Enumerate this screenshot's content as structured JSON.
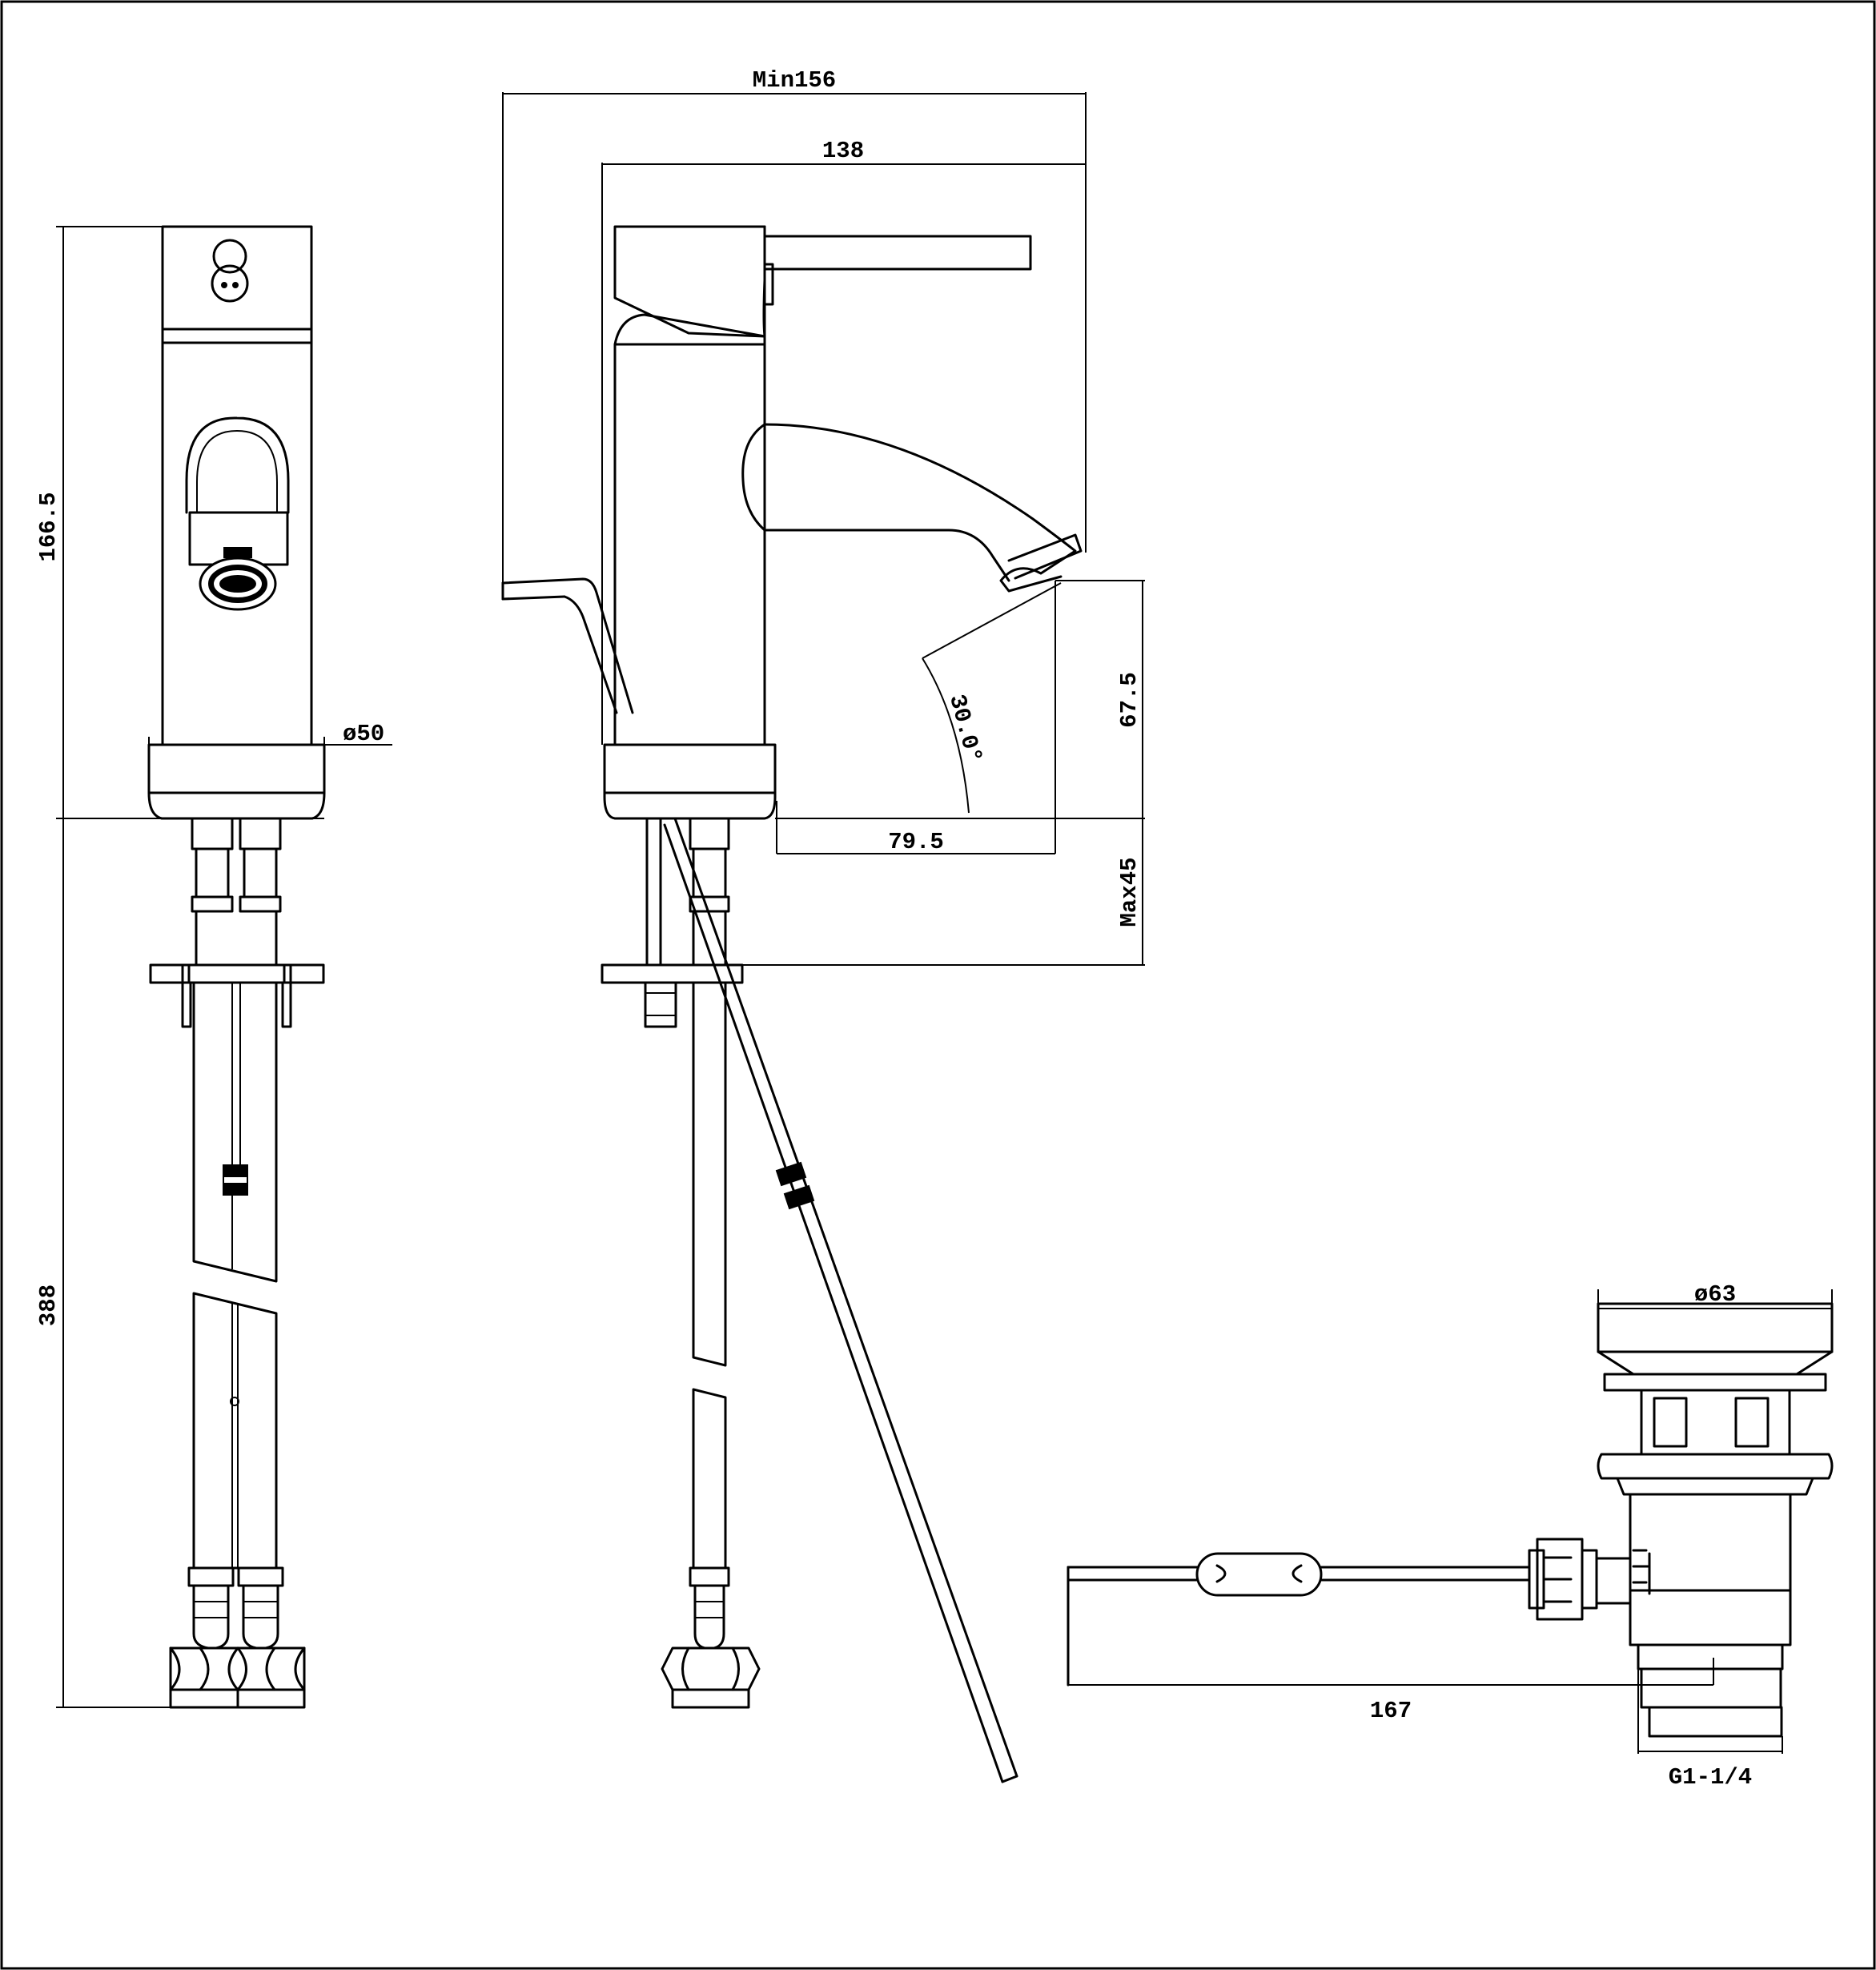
{
  "dimensions": {
    "min_reach": "Min156",
    "body_reach": "138",
    "overall_height": "166.5",
    "base_diameter": "ø50",
    "hose_length": "388",
    "spout_clearance": "67.5",
    "lever_angle": "30.0°",
    "spout_projection": "79.5",
    "max_deck_thickness": "Max45",
    "waste_diameter": "ø63",
    "waste_cable_length": "167",
    "waste_thread": "G1-1/4"
  },
  "colors": {
    "line": "#000000",
    "background": "#ffffff"
  }
}
